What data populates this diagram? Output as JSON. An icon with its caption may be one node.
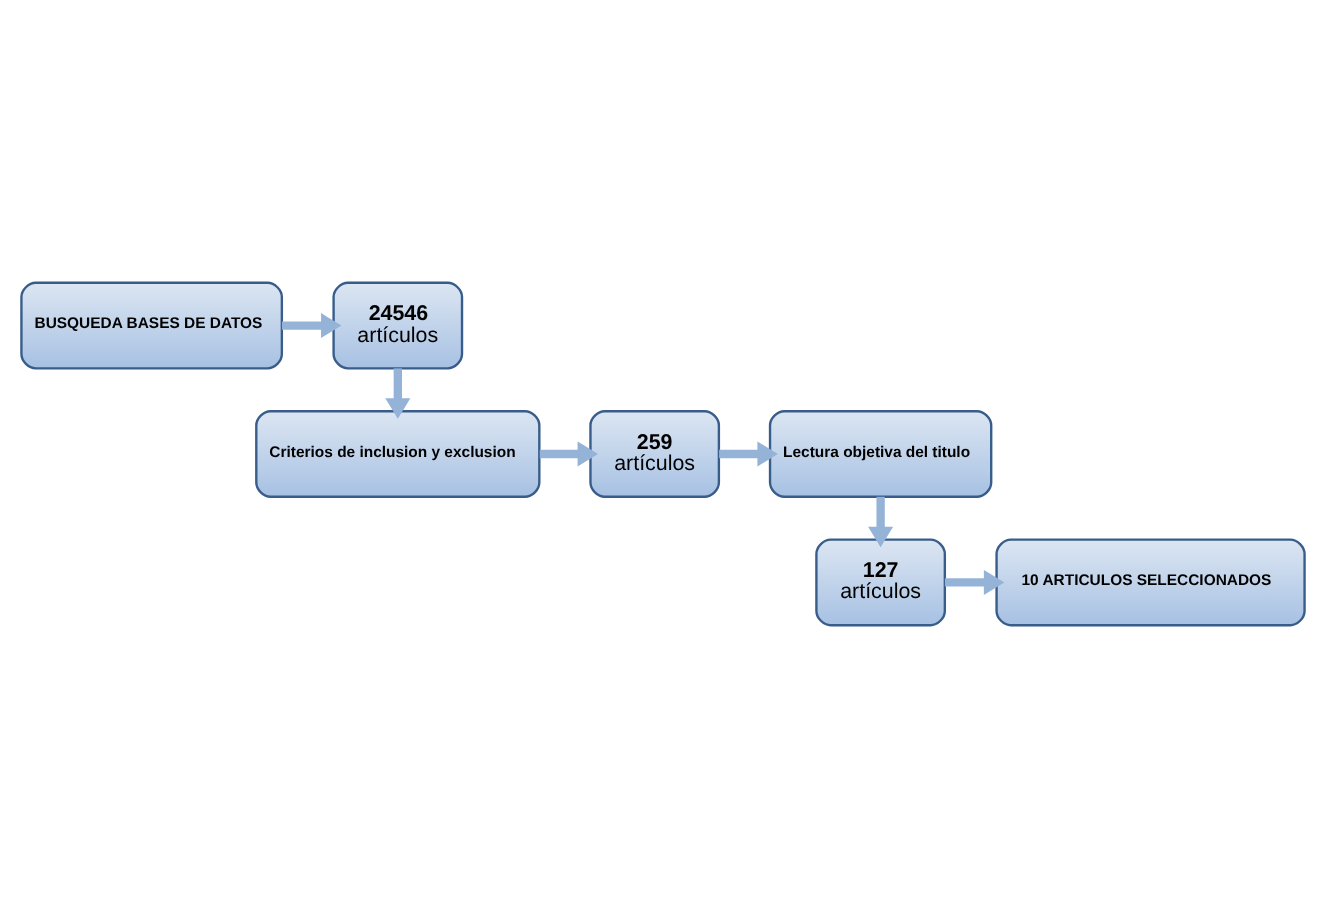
{
  "diagram": {
    "nodes": [
      {
        "text": [
          "BUSQUEDA BASES DE DATOS"
        ]
      },
      {
        "text": [
          "24546",
          "artículos"
        ]
      },
      {
        "text": [
          "Criterios de inclusion y exclusion"
        ]
      },
      {
        "text": [
          "259",
          "artículos"
        ]
      },
      {
        "text": [
          "Lectura objetiva del titulo"
        ]
      },
      {
        "text": [
          "127",
          "artículos"
        ]
      },
      {
        "text": [
          "10 ARTICULOS SELECCIONADOS"
        ]
      }
    ],
    "edges": [
      {
        "from": 0,
        "to": 1,
        "arrow": "to"
      },
      {
        "from": 1,
        "to": 2,
        "arrow": "to"
      },
      {
        "from": 2,
        "to": 3,
        "arrow": "to"
      },
      {
        "from": 3,
        "to": 4,
        "arrow": "to"
      },
      {
        "from": 4,
        "to": 5,
        "arrow": "to"
      },
      {
        "from": 5,
        "to": 6,
        "arrow": "to"
      }
    ]
  }
}
